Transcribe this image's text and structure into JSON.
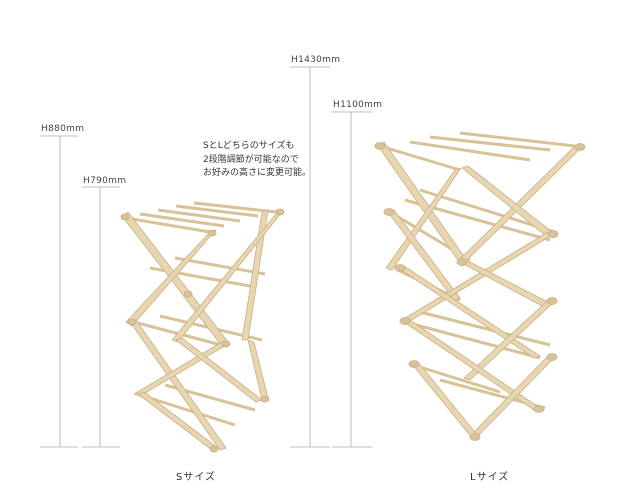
{
  "dimensions": {
    "s_max": "H880mm",
    "s_min": "H790mm",
    "l_max": "H1430mm",
    "l_min": "H1100mm"
  },
  "note": {
    "line1": "SとLどちらのサイズも",
    "line2": "2段階調節が可能なので",
    "line3": "お好みの高さに変更可能。"
  },
  "labels": {
    "small": "Sサイズ",
    "large": "Lサイズ"
  },
  "colors": {
    "wood": "#e8d6b0",
    "wood_edge": "#c9b089",
    "wood_end": "#d8c297",
    "line": "#aaaaaa"
  }
}
